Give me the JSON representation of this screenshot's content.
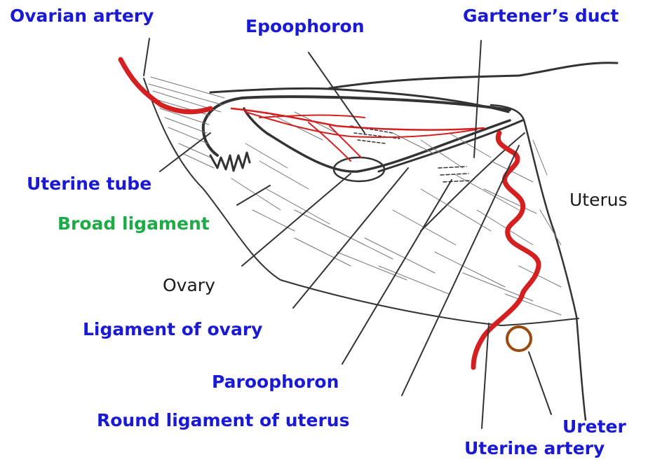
{
  "labels": {
    "ovarian_artery": "Ovarian artery",
    "epoophoron": "Epoophoron",
    "garteners_duct": "Gartener’s duct",
    "uterine_tube": "Uterine tube",
    "broad_ligament": "Broad ligament",
    "uterus": "Uterus",
    "ovary": "Ovary",
    "ligament_of_ovary": "Ligament of ovary",
    "paroophoron": "Paroophoron",
    "round_ligament": "Round ligament of uterus",
    "ureter": "Ureter",
    "uterine_artery": "Uterine artery"
  },
  "colors": {
    "label_blue": "#1a1ad6",
    "label_green": "#1faa48",
    "label_black": "#1a1a1a",
    "vessel_red": "#d42020",
    "ureter_brown": "#9a4a0c",
    "outline": "#333333"
  }
}
